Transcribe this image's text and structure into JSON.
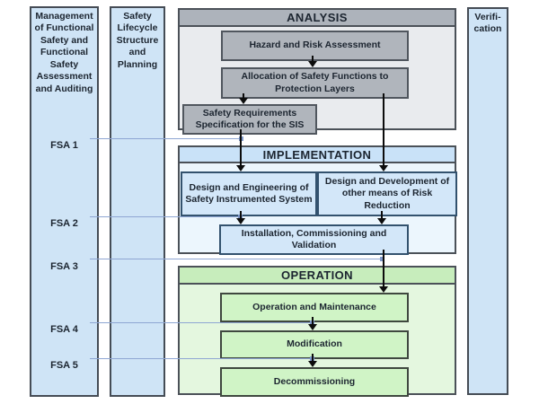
{
  "columns": {
    "management": {
      "title": "Management of Functional Safety and Functional Safety Assessment and Auditing",
      "fsa": [
        "FSA 1",
        "FSA 2",
        "FSA 3",
        "FSA 4",
        "FSA 5"
      ]
    },
    "planning": {
      "title": "Safety Lifecycle Structure and Planning"
    },
    "verification": {
      "title_line1": "Verifi-",
      "title_line2": "cation"
    }
  },
  "analysis": {
    "title": "ANALYSIS",
    "boxes": {
      "hazard": "Hazard and Risk Assessment",
      "allocation": "Allocation of Safety Functions to Protection Layers",
      "srs": "Safety Requirements Specification for the SIS"
    }
  },
  "implementation": {
    "title": "IMPLEMENTATION",
    "boxes": {
      "design_sis": "Design and Engineering of Safety Instrumented System",
      "design_other": "Design and Development of other means of Risk Reduction",
      "installation": "Installation, Commissioning and Validation"
    }
  },
  "operation": {
    "title": "OPERATION",
    "boxes": {
      "operation_maintenance": "Operation and Maintenance",
      "modification": "Modification",
      "decommissioning": "Decommissioning"
    }
  },
  "colors": {
    "column_fill": "#cfe4f6",
    "analysis_header": "#adb3bb",
    "analysis_body": "#e9ebee",
    "analysis_box": "#b0b5bc",
    "implementation_header": "#c9e2f8",
    "implementation_body": "#ecf6fd",
    "implementation_box": "#d3e7f9",
    "operation_header": "#c7edbc",
    "operation_body": "#e4f7df",
    "operation_box": "#d0f4c6",
    "fsa_line": "#8ea6d3",
    "arrow": "#0c0c0c",
    "text": "#1c2530"
  }
}
